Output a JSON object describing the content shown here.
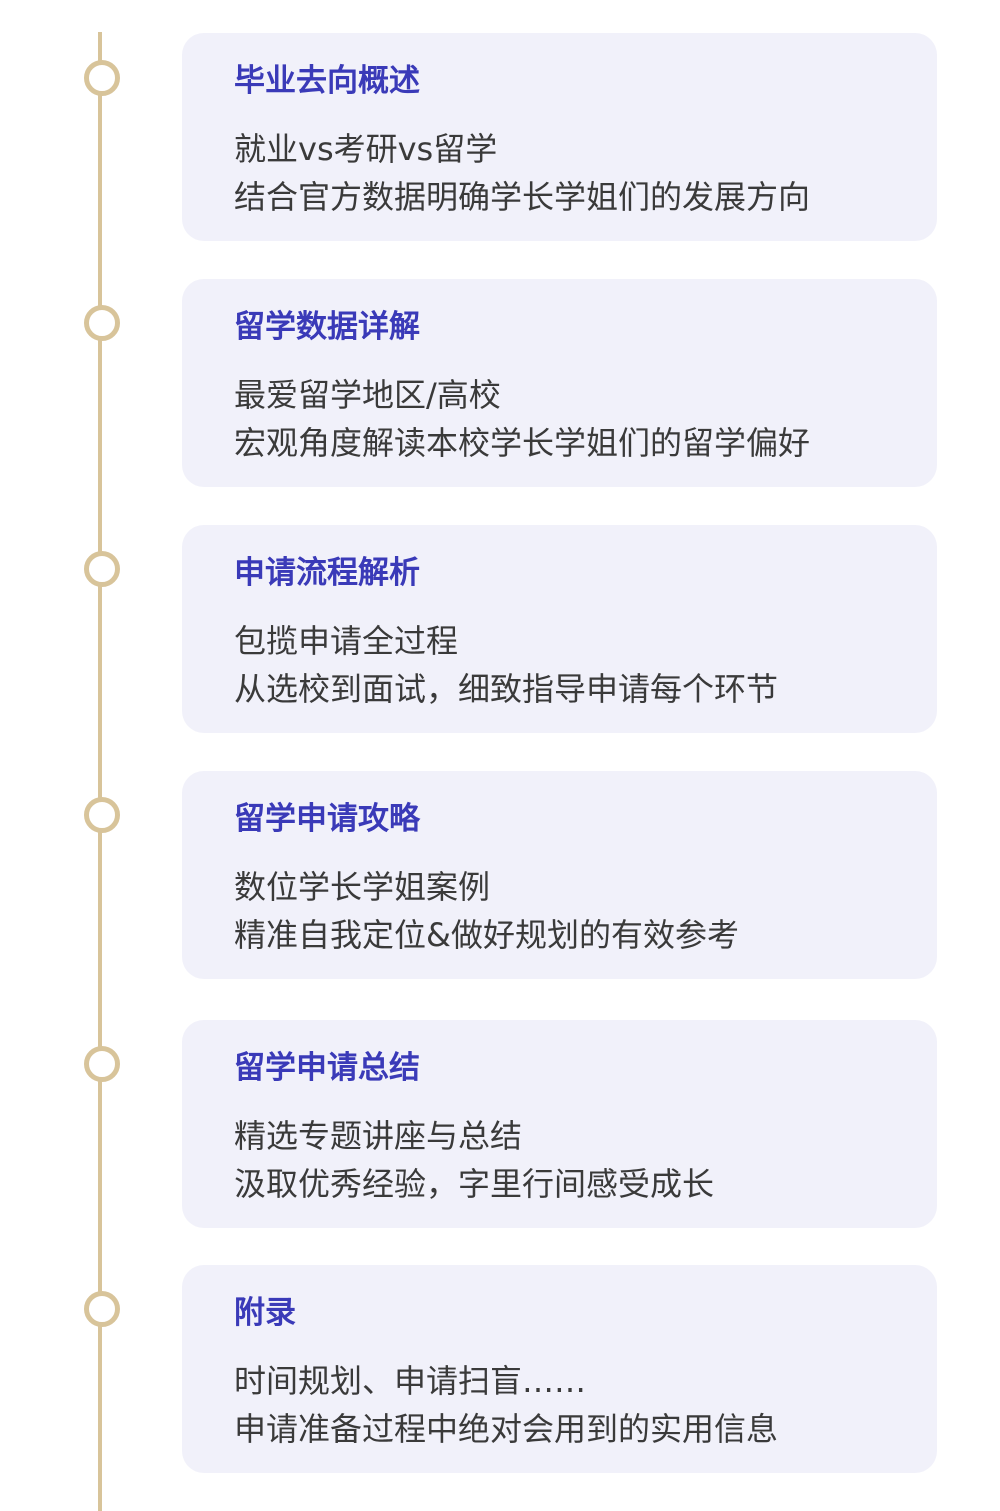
{
  "sections": [
    {
      "title": "毕业去向概述",
      "line1": "就业vs考研vs留学",
      "line2": "结合官方数据明确学长学姐们的发展方向"
    },
    {
      "title": "留学数据详解",
      "line1": "最爱留学地区/高校",
      "line2": "宏观角度解读本校学长学姐们的留学偏好"
    },
    {
      "title": "申请流程解析",
      "line1": "包揽申请全过程",
      "line2": "从选校到面试，细致指导申请每个环节"
    },
    {
      "title": "留学申请攻略",
      "line1": "数位学长学姐案例",
      "line2": "精准自我定位&做好规划的有效参考"
    },
    {
      "title": "留学申请总结",
      "line1": "精选专题讲座与总结",
      "line2": "汲取优秀经验，字里行间感受成长"
    },
    {
      "title": "附录",
      "line1": "时间规划、申请扫盲……",
      "line2": "申请准备过程中绝对会用到的实用信息"
    }
  ],
  "colors": {
    "accent": "#3a3ab8",
    "timeline": "#d8c49a",
    "card_bg": "#f1f1fa",
    "body_text": "#3a3a3a"
  }
}
